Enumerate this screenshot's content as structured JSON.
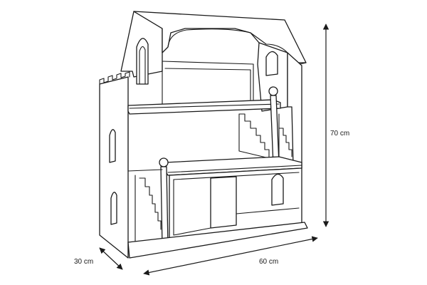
{
  "dimensions": {
    "height_label": "70 cm",
    "width_label": "60 cm",
    "depth_label": "30 cm"
  },
  "colors": {
    "stroke": "#1a1a1a",
    "background": "#ffffff"
  }
}
